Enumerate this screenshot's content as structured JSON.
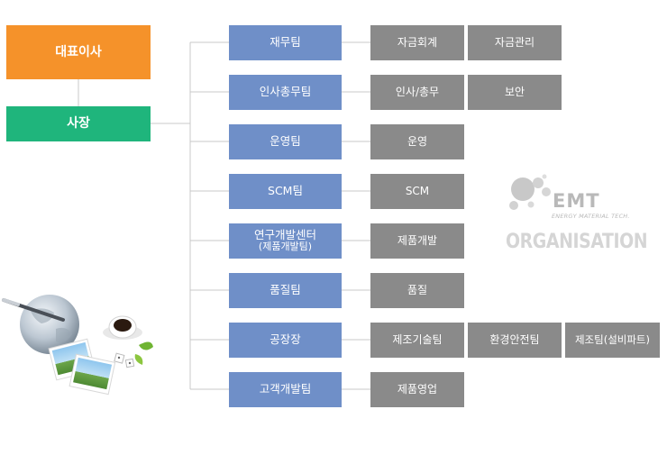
{
  "executives": {
    "ceo": "대표이사",
    "president": "사장"
  },
  "departments": [
    {
      "name": "재무팀",
      "subs": [
        "자금회계",
        "자금관리"
      ]
    },
    {
      "name": "인사총무팀",
      "subs": [
        "인사/총무",
        "보안"
      ]
    },
    {
      "name": "운영팀",
      "subs": [
        "운영"
      ]
    },
    {
      "name": "SCM팀",
      "subs": [
        "SCM"
      ]
    },
    {
      "name": "연구개발센터",
      "note": "(제품개발팀)",
      "subs": [
        "제품개발"
      ]
    },
    {
      "name": "품질팀",
      "subs": [
        "품질"
      ]
    },
    {
      "name": "공장장",
      "subs": [
        "제조기술팀",
        "환경안전팀",
        "제조팀(설비파트)"
      ]
    },
    {
      "name": "고객개발팀",
      "subs": [
        "제품영업"
      ]
    }
  ],
  "logo": {
    "brand": "EMT",
    "tagline": "ENERGY MATERIAL TECH.",
    "caption": "ORGANISATION"
  },
  "colors": {
    "ceo": "#f5922a",
    "president": "#1fb57c",
    "department": "#6f8fc8",
    "sub_unit": "#8a8a8a",
    "connector": "#c9c9c9"
  },
  "illustration": {
    "icons": [
      "globe-icon",
      "pen-icon",
      "coffee-cup-icon",
      "photo-cards-icon",
      "dice-icon",
      "leaves-icon"
    ]
  }
}
